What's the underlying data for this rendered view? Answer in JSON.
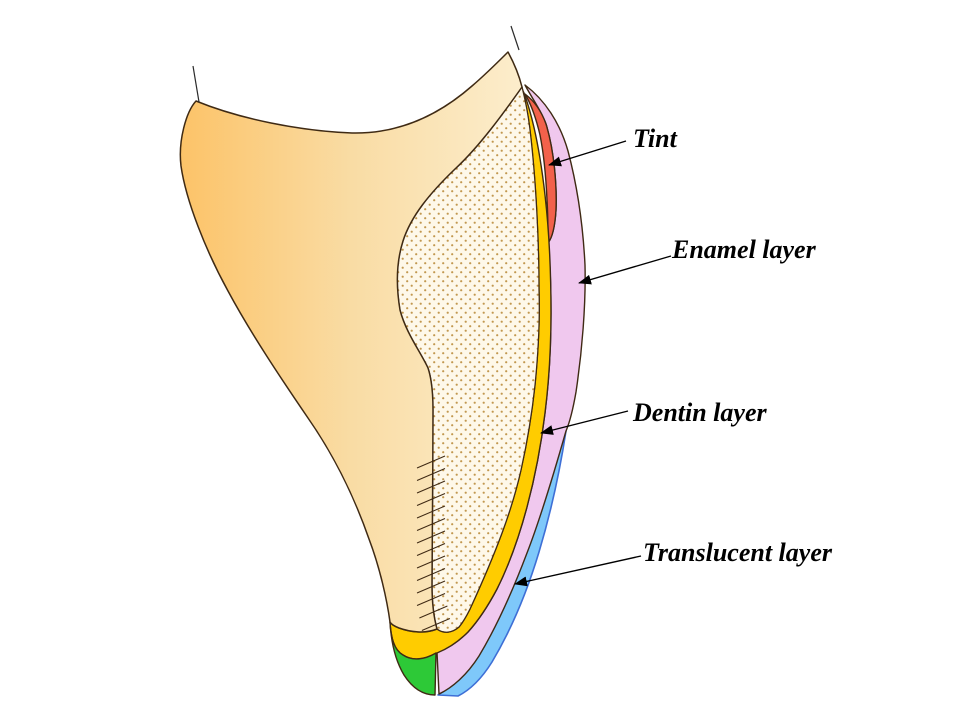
{
  "diagram": {
    "type": "labeled-anatomy-diagram",
    "subject": "Cross-section of tooth crown showing ceramic build-up layers",
    "background": "#ffffff",
    "labels": [
      {
        "text": "Tint",
        "points_to": "tint-band"
      },
      {
        "text": "Enamel layer",
        "points_to": "enamel-band"
      },
      {
        "text": "Dentin layer",
        "points_to": "dentin-band"
      },
      {
        "text": "Translucent layer",
        "points_to": "translucent-band"
      }
    ],
    "colors": {
      "tint": "#F2614B",
      "enamel": "#F0C8EE",
      "dentin": "#FFCC00",
      "translucent": "#7EC8FA",
      "translucent_outline": "#3E6FD6",
      "incisal_green": "#2DC937",
      "body_left": "#FCC368",
      "body_mid": "#F9DCA4",
      "body_right": "#FCEDCC",
      "stipple_bg": "#FEF8E9",
      "stipple_dot": "#C2984F",
      "outline": "#3F2A14",
      "label_color": "#000000",
      "arrow_color": "#000000"
    }
  }
}
